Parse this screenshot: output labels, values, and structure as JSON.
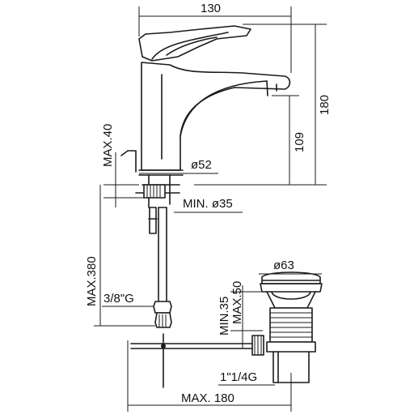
{
  "dimensions": {
    "top_width": "130",
    "total_height": "180",
    "spout_height": "109",
    "base_diameter": "ø52",
    "deck_thickness": "MAX.40",
    "hole_diameter": "MIN. ø35",
    "hose_length": "MAX.380",
    "hose_thread": "3/8\"G",
    "drain_diameter": "ø63",
    "drain_min": "MIN.35",
    "drain_max": "MAX.50",
    "drain_thread": "1\"1/4G",
    "rod_length": "MAX. 180"
  }
}
